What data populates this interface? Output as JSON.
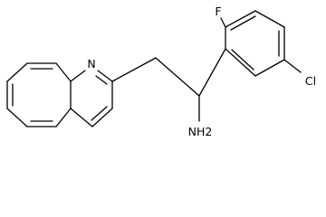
{
  "molecule": {
    "atoms": {
      "nitrogen": "N",
      "fluorine": "F",
      "chlorine": "Cl",
      "amine": "NH2"
    }
  },
  "colors": {
    "bond": "#000000",
    "label": "#000000",
    "background": "#ffffff"
  }
}
